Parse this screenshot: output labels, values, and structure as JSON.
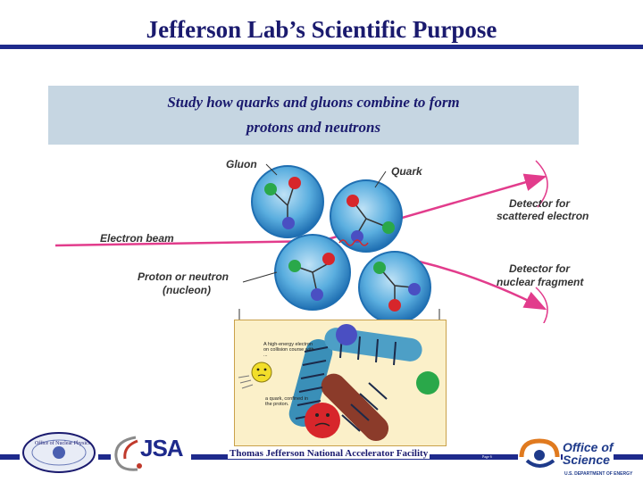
{
  "slide": {
    "title": "Jefferson Lab’s Scientific Purpose",
    "callout_line1": "Study how quarks and gluons combine to form",
    "callout_line2": "protons and neutrons",
    "footer": "Thomas Jefferson National Accelerator Facility",
    "page_number": "Page 6"
  },
  "diagram": {
    "gluon": "Gluon",
    "quark": "Quark",
    "electron_beam": "Electron beam",
    "nucleon_line1": "Proton or neutron",
    "nucleon_line2": "(nucleon)",
    "det_scatter_line1": "Detector for",
    "det_scatter_line2": "scattered electron",
    "det_nuclear_line1": "Detector for",
    "det_nuclear_line2": "nuclear fragment"
  },
  "inset": {
    "text_electron": "A high-energy electron on collision course with ...",
    "text_quark": "a quark, confined in the proton."
  },
  "logos": {
    "onp": "Office of Nuclear Physics",
    "jsa": "JSA",
    "ofs_line1": "Office of",
    "ofs_line2": "Science",
    "doe": "U.S. DEPARTMENT OF ENERGY"
  },
  "colors": {
    "title": "#1a1a6e",
    "rule": "#1e2a8c",
    "callout_bg": "#c6d6e2",
    "beam": "#e23c8c",
    "nucleon": "#2c7fc2",
    "quark_red": "#d7262b",
    "quark_green": "#2aa84a",
    "quark_blue": "#4a4fc2"
  }
}
